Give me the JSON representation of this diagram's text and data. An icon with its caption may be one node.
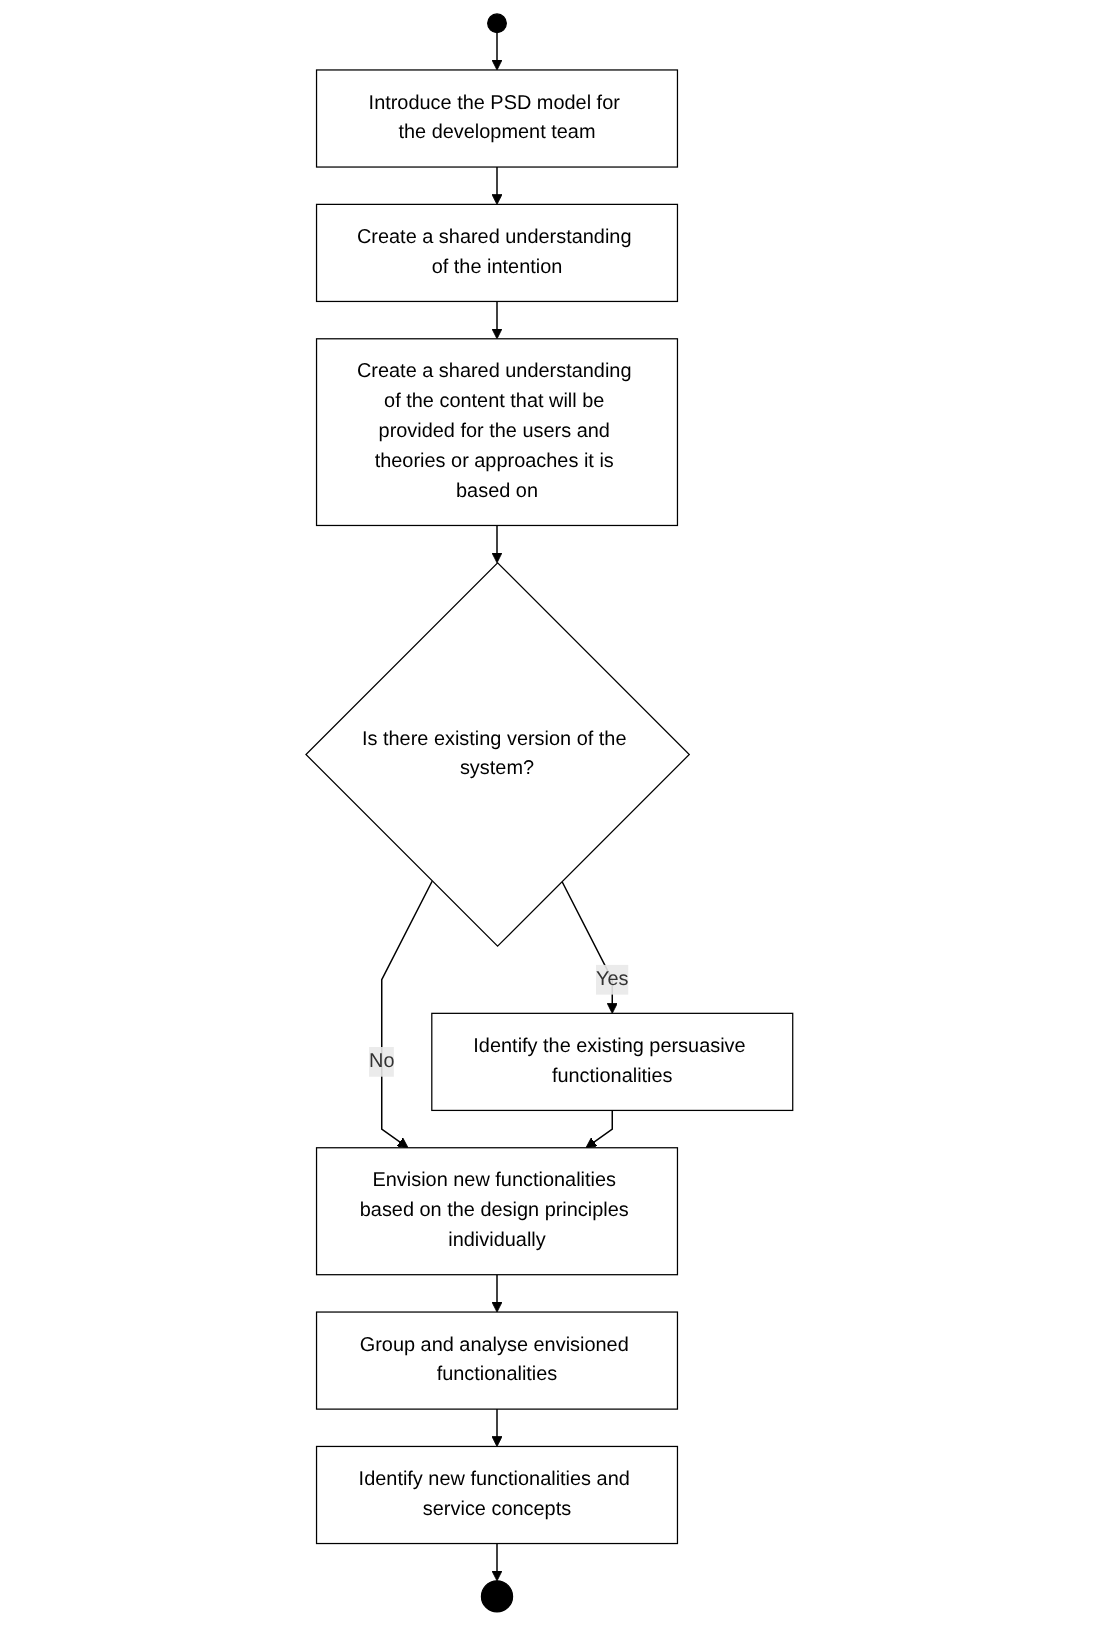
{
  "diagram": {
    "nodes": [
      {
        "text": [],
        "shape": "circle"
      },
      {
        "text": [
          "Introduce the PSD model for the development team"
        ]
      },
      {
        "text": [
          "Create a shared understanding of the intention"
        ]
      },
      {
        "text": [
          "Create a shared understanding of the content that will be provided for the users and theories or approaches it is based on"
        ]
      },
      {
        "text": [
          "Is there existing version of the system?"
        ]
      },
      {
        "text": [
          "Identify the existing persuasive functionalities"
        ]
      },
      {
        "text": [
          "Envision new functionalities based on the design principles individually"
        ]
      },
      {
        "text": [
          "Group and analyse envisioned functionalities"
        ]
      },
      {
        "text": [
          "Identify new functionalities and service concepts"
        ]
      },
      {
        "text": [],
        "shape": "circle"
      }
    ],
    "edges": [
      {
        "from": 0,
        "to": 1,
        "arrow": "to"
      },
      {
        "from": 1,
        "to": 2,
        "arrow": "to"
      },
      {
        "from": 2,
        "to": 3,
        "arrow": "to"
      },
      {
        "from": 3,
        "to": 4,
        "arrow": "to"
      },
      {
        "from": 4,
        "to": 5,
        "arrow": "to",
        "label": "Yes"
      },
      {
        "from": 4,
        "to": 6,
        "arrow": "to",
        "label": "No"
      },
      {
        "from": 5,
        "to": 6,
        "arrow": "to"
      },
      {
        "from": 6,
        "to": 7,
        "arrow": "to"
      },
      {
        "from": 7,
        "to": 8,
        "arrow": "to"
      },
      {
        "from": 8,
        "to": 9,
        "arrow": "to"
      }
    ]
  }
}
